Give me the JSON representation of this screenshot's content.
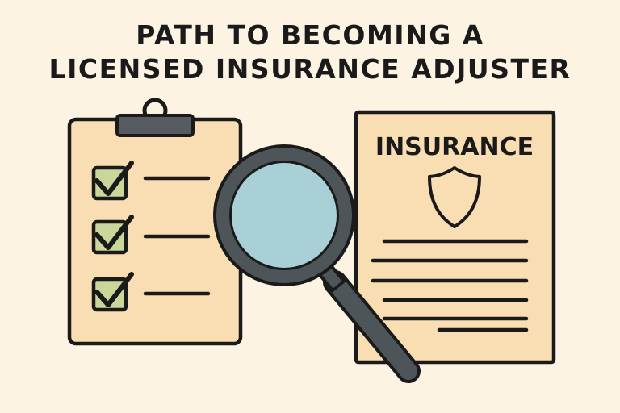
{
  "title": {
    "line1": "PATH TO BECOMING A",
    "line2": "LICENSED INSURANCE ADJUSTER"
  },
  "insurance_document": {
    "heading": "INSURANCE"
  },
  "colors": {
    "background": "#fcf3e3",
    "paper": "#f8deb2",
    "outline": "#1a1a1a",
    "clip": "#555b5e",
    "checkbox_fill": "#c9d79a",
    "lens": "#a8d0d6",
    "magnifier_frame": "#4d5558"
  },
  "icons": [
    "clipboard-icon",
    "checkbox-checked-icon",
    "magnifying-glass-icon",
    "shield-icon",
    "insurance-document-icon"
  ]
}
